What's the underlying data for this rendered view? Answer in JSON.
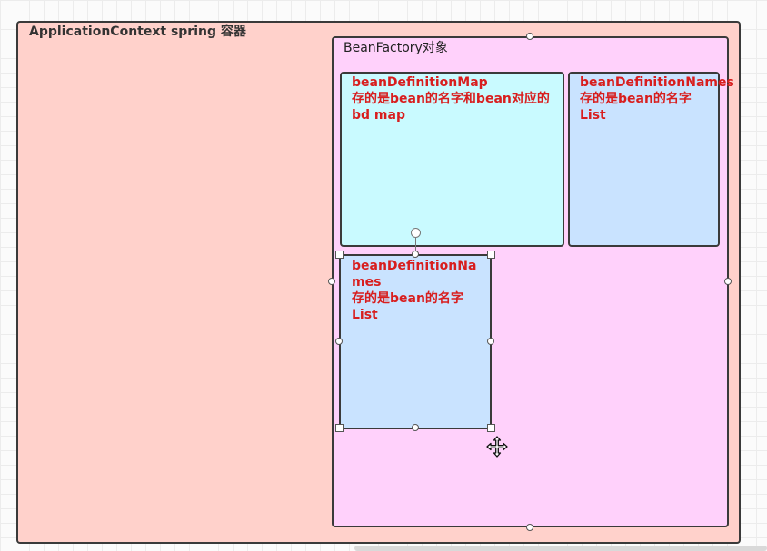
{
  "diagram": {
    "application_context": {
      "title": "ApplicationContext spring 容器"
    },
    "bean_factory": {
      "title": "BeanFactory对象"
    },
    "bean_definition_map": {
      "text": "beanDefinitionMap\n存的是bean的名字和bean对应的bd  map"
    },
    "bean_definition_names_right": {
      "text": "beanDefinitionNames存的是bean的名字List"
    },
    "bean_definition_names_selected": {
      "text": "beanDefinitionNa\nmes\n存的是bean的名字\nList"
    }
  },
  "colors": {
    "application_context_fill": "#ffd1cb",
    "bean_factory_fill": "#ffd1fb",
    "bean_definition_map_fill": "#c9faff",
    "bean_definition_names_fill": "#c9e3ff",
    "box_text": "#d81e1e",
    "border": "#3a3a3a"
  },
  "icons": {
    "move_cursor": "move-cursor-icon",
    "rotate_handle": "rotate-handle-icon"
  }
}
